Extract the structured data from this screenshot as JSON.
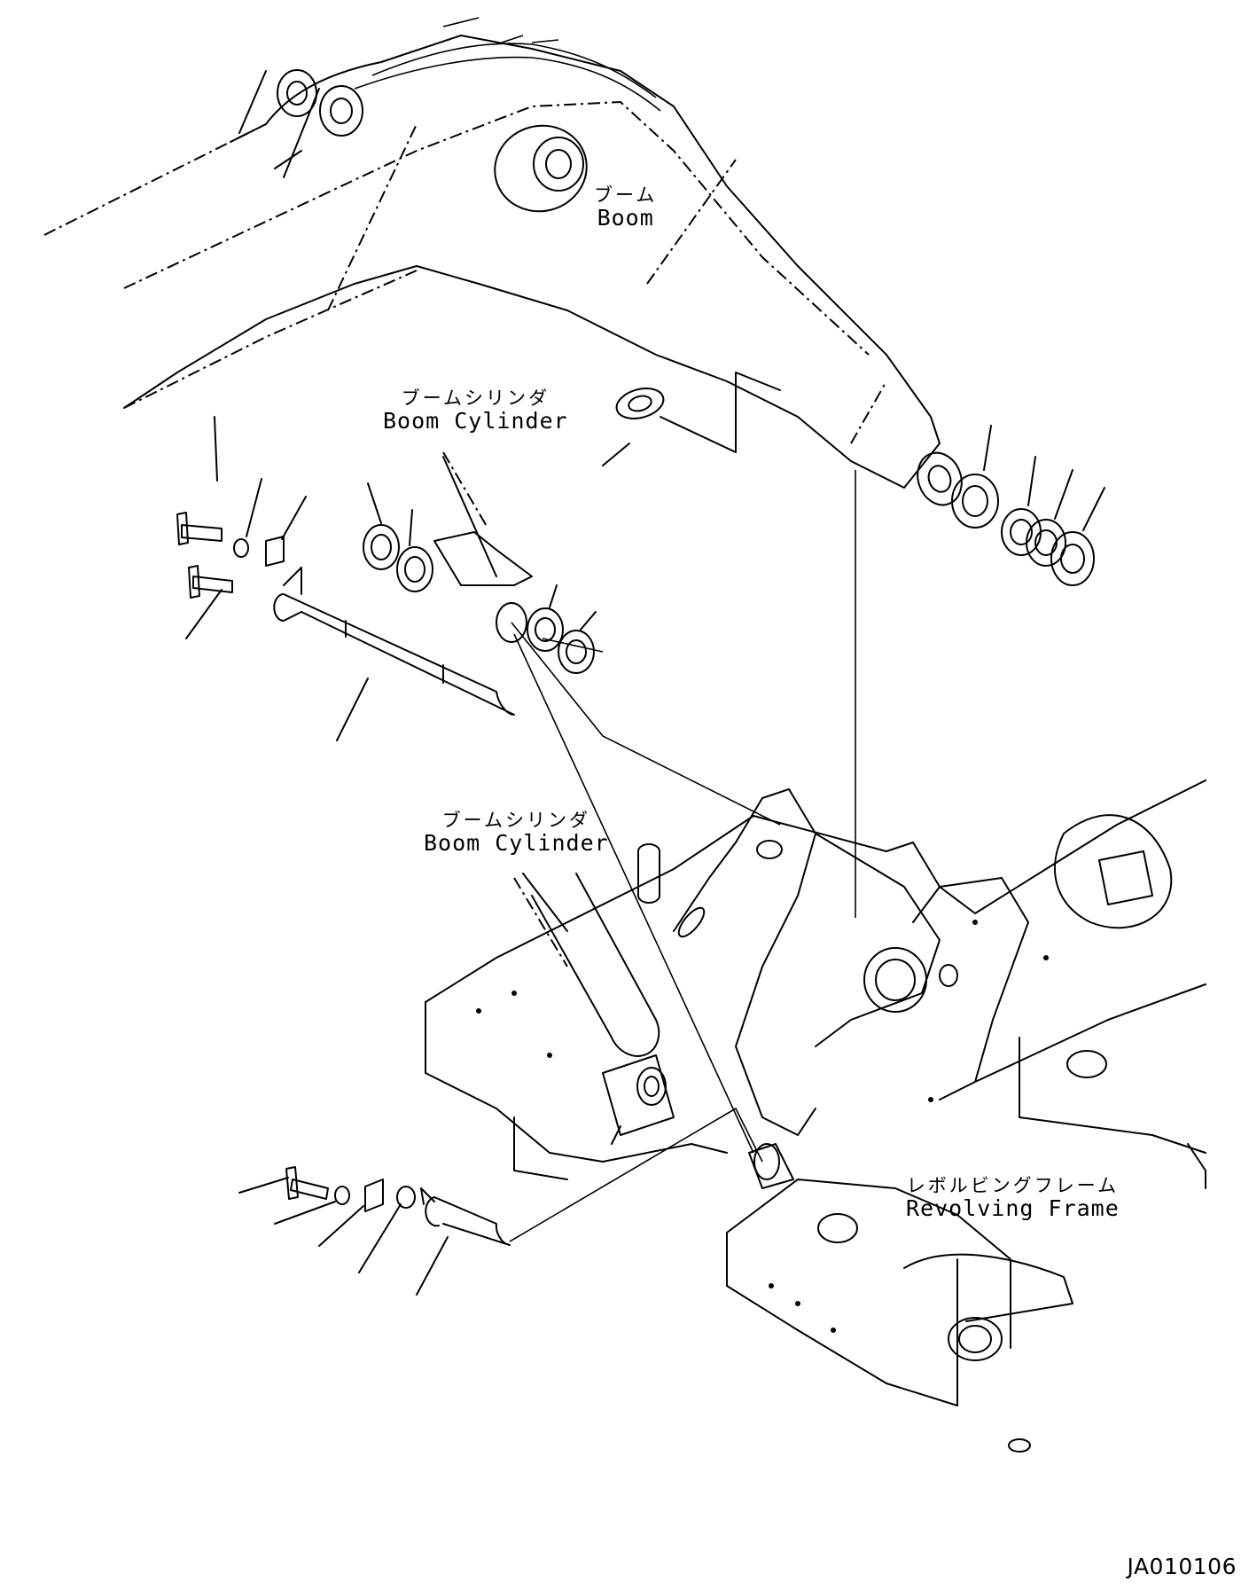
{
  "labels": {
    "boom": {
      "jp": "ブーム",
      "en": "Boom"
    },
    "boom_cylinder_upper": {
      "jp": "ブームシリンダ",
      "en": "Boom Cylinder"
    },
    "boom_cylinder_lower": {
      "jp": "ブームシリンダ",
      "en": "Boom Cylinder"
    },
    "revolving_frame": {
      "jp": "レボルビングフレーム",
      "en": "Revolving Frame"
    }
  },
  "figure_code": "JA010106"
}
